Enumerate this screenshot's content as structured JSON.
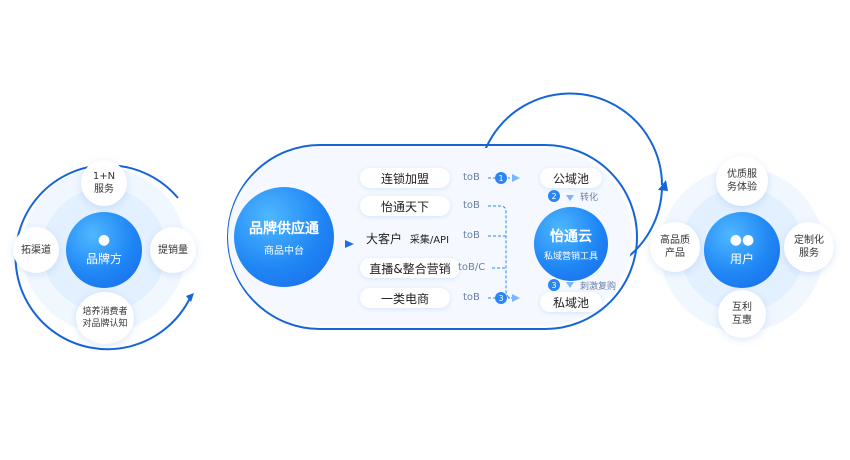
{
  "left_circle": {
    "center": "品牌方",
    "top": "1+N\n服务",
    "left": "拓渠道",
    "right": "提销量",
    "bottom": "培养消费者\n对品牌认知"
  },
  "middle": {
    "core_title": "品牌供应通",
    "core_subtitle": "商品中台",
    "channels": [
      {
        "label": "连锁加盟",
        "tag": "toB",
        "badge": "1"
      },
      {
        "label": "怡通天下",
        "tag": "toB",
        "badge": ""
      },
      {
        "label": "大客户",
        "extra": "采集/API",
        "tag": "toB",
        "badge": ""
      },
      {
        "label": "直播&整合营销",
        "tag": "toB/C",
        "badge": ""
      },
      {
        "label": "一类电商",
        "tag": "toB",
        "badge": "3"
      }
    ],
    "public_pool": "公域池",
    "private_pool": "私域池",
    "step2_badge": "2",
    "step2_text": "转化",
    "step3_badge": "3",
    "step3_text": "刺激复购",
    "cloud_title": "怡通云",
    "cloud_subtitle": "私域营销工具"
  },
  "right_circle": {
    "center": "用户",
    "top": "优质服\n务体验",
    "left": "高品质\n产品",
    "right": "定制化\n服务",
    "bottom": "互利\n互惠"
  },
  "colors": {
    "primary": "#1f86f5",
    "ring_line": "#1565d8",
    "text_dark": "#222222",
    "text_muted": "#6a7ea6"
  }
}
